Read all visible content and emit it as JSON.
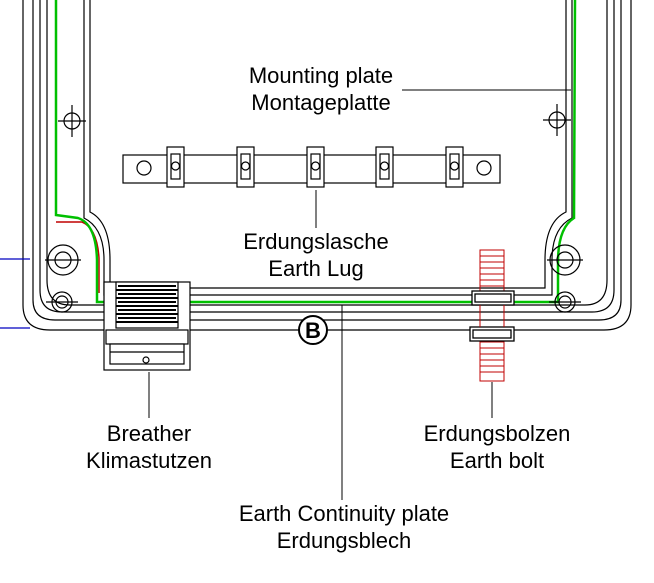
{
  "labels": {
    "mounting_plate": {
      "line1": "Mounting plate",
      "line2": "Montageplatte"
    },
    "earth_lug": {
      "line1": "Erdungslasche",
      "line2": "Earth Lug"
    },
    "breather": {
      "line1": "Breather",
      "line2": "Klimastutzen"
    },
    "earth_bolt": {
      "line1": "Erdungsbolzen",
      "line2": "Earth bolt"
    },
    "continuity_plate": {
      "line1": "Earth Continuity plate",
      "line2": "Erdungsblech"
    },
    "callout": "B"
  },
  "colors": {
    "outline": "#000000",
    "gasket": "#00c000",
    "seal": "#c00000",
    "bolt": "#c00000",
    "axis": "#0000c0"
  }
}
